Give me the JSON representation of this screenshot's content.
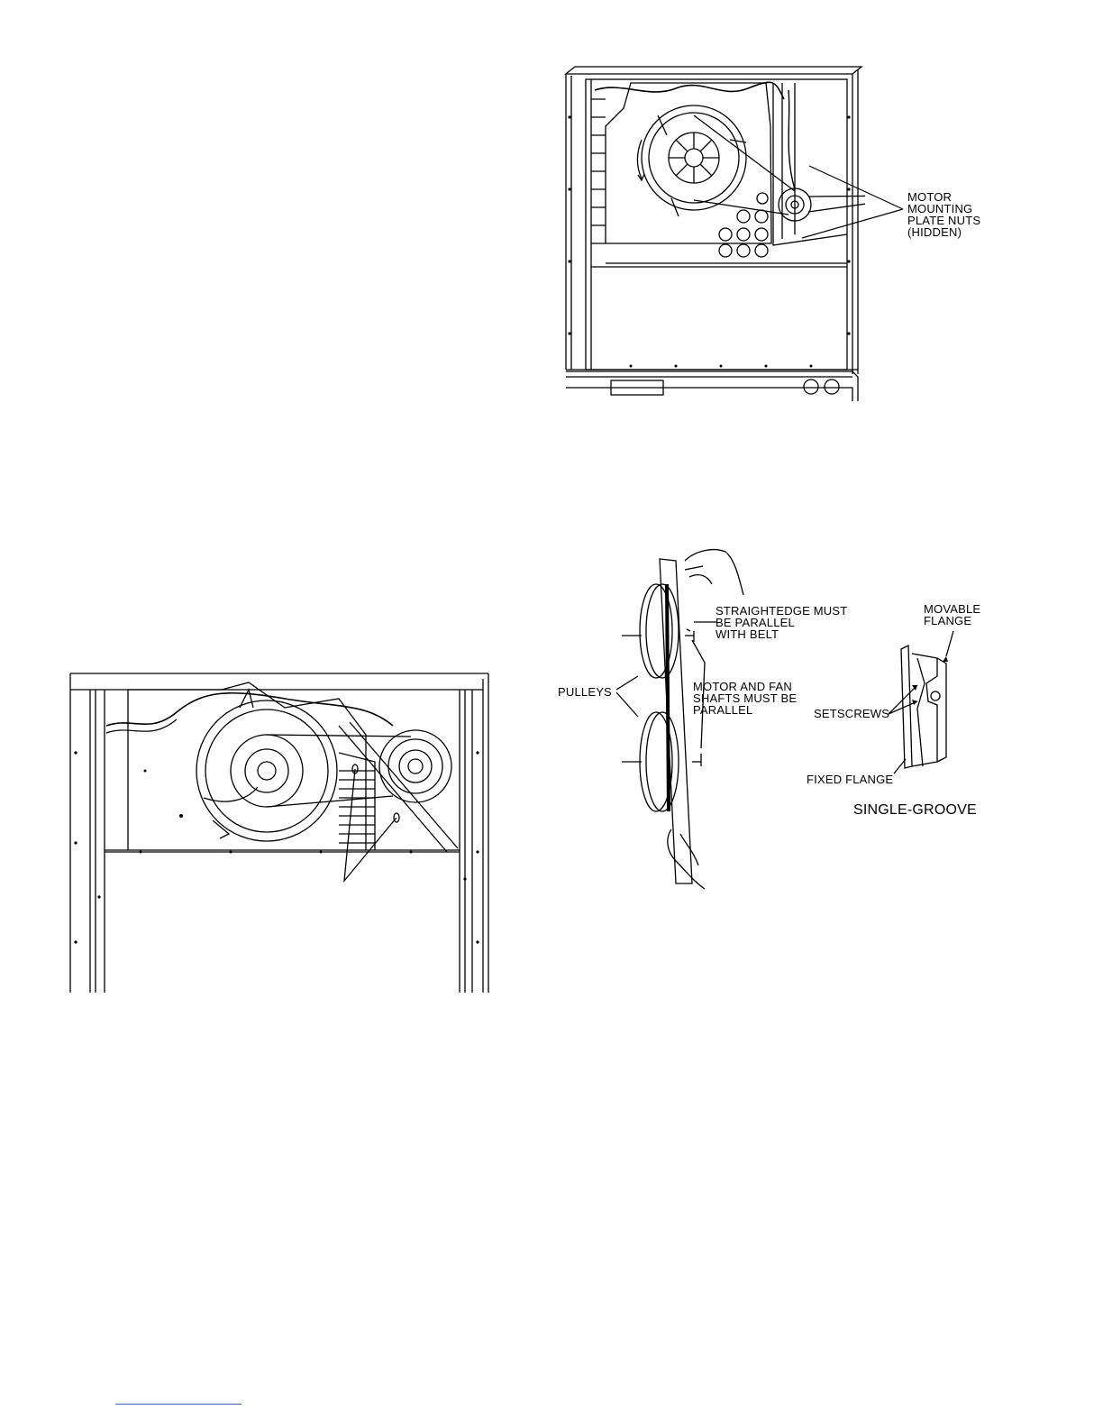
{
  "figures": {
    "unit_front": {
      "labels": {
        "motor_nuts": "MOTOR\nMOUNTING\nPLATE NUTS\n(HIDDEN)"
      }
    },
    "unit_lower": {
      "labels": {}
    },
    "pulley_alignment": {
      "labels": {
        "straightedge": "STRAIGHTEDGE MUST\nBE PARALLEL\nWITH BELT",
        "pulleys": "PULLEYS",
        "shafts": "MOTOR AND FAN\nSHAFTS MUST BE\nPARALLEL",
        "movable_flange": "MOVABLE\nFLANGE",
        "setscrews": "SETSCREWS",
        "fixed_flange": "FIXED FLANGE",
        "single_groove": "SINGLE-GROOVE"
      }
    }
  }
}
